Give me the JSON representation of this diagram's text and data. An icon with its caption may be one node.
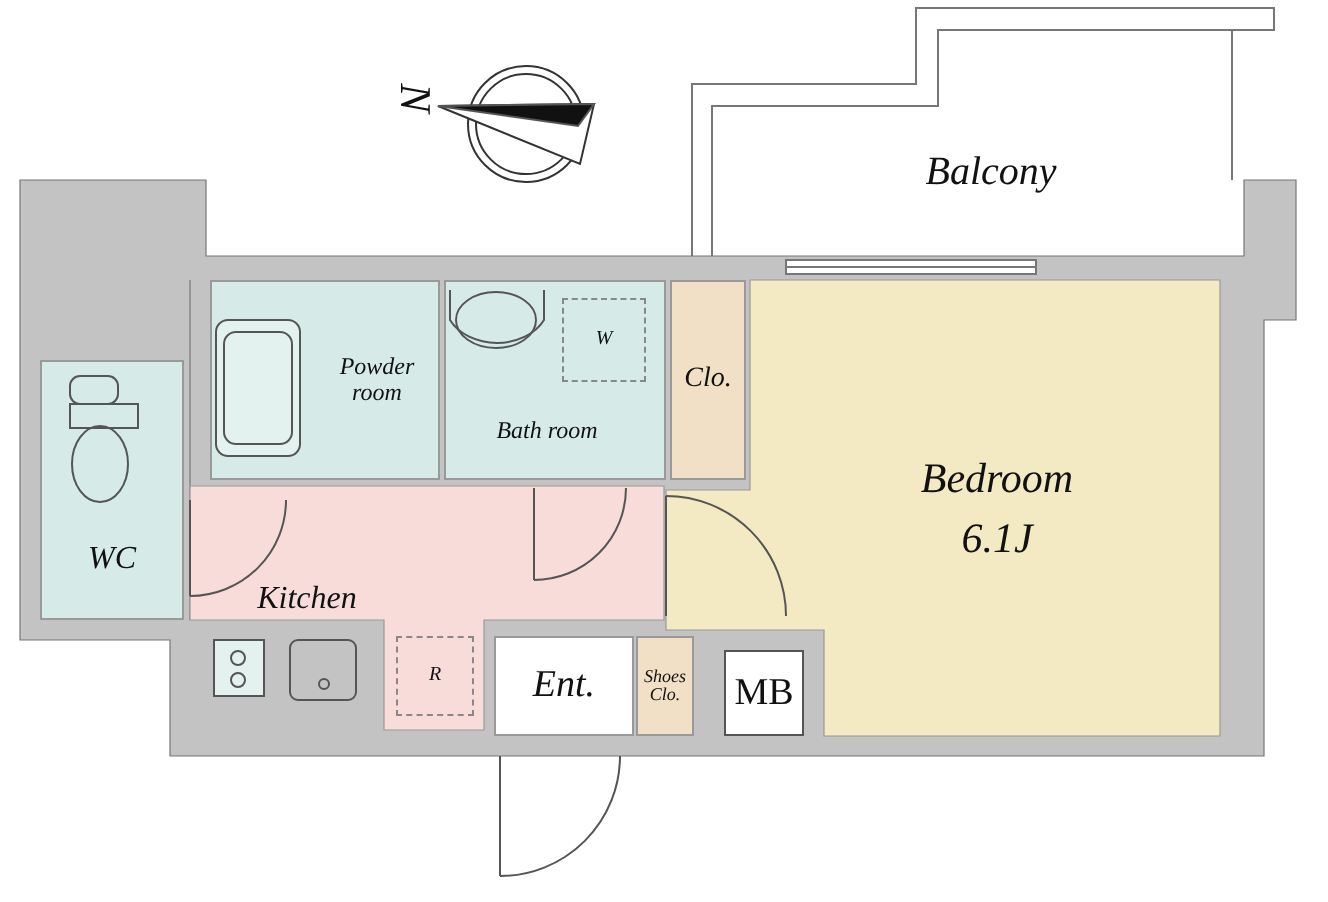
{
  "diagram": {
    "nodes": [
      {
        "text": [
          "Balcony"
        ]
      },
      {
        "text": [
          "Powder room"
        ]
      },
      {
        "text": [
          "Bath room"
        ]
      },
      {
        "text": [
          "W"
        ],
        "in": 2
      },
      {
        "text": [
          "Clo."
        ]
      },
      {
        "text": [
          "Bedroom",
          "6.1J"
        ]
      },
      {
        "text": [
          "WC"
        ]
      },
      {
        "text": [
          "Kitchen"
        ]
      },
      {
        "text": [
          "R"
        ],
        "in": 7
      },
      {
        "text": [
          "Ent."
        ]
      },
      {
        "text": [
          "Shoes Clo."
        ]
      },
      {
        "text": [
          "MB"
        ]
      }
    ],
    "edges": [],
    "labels": [
      "N"
    ]
  }
}
